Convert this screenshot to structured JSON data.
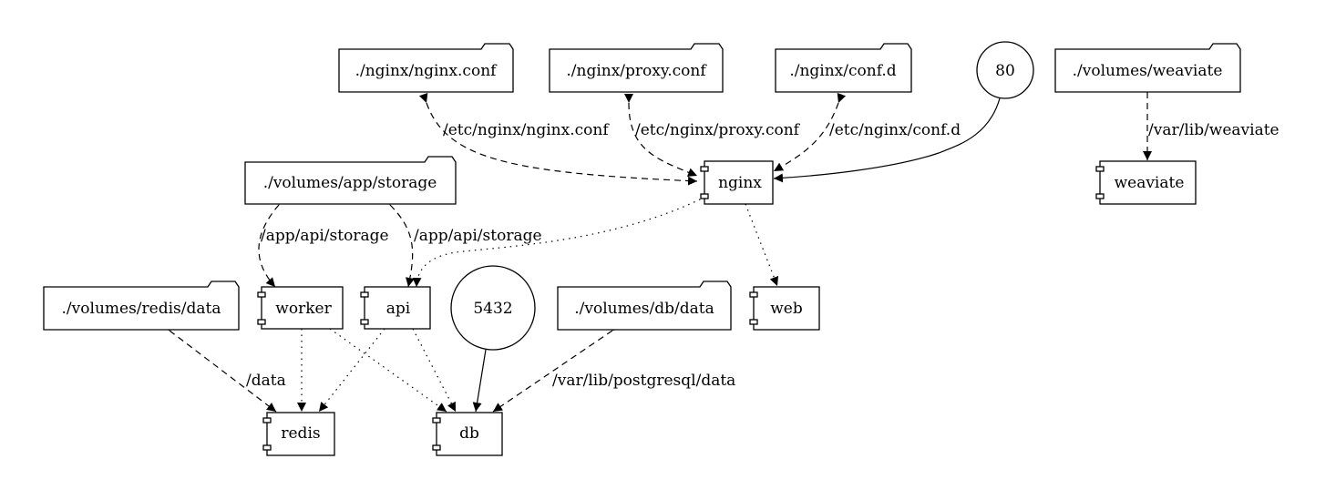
{
  "diagram": {
    "nodes": {
      "nginx_conf_folder": "./nginx/nginx.conf",
      "proxy_conf_folder": "./nginx/proxy.conf",
      "conf_d_folder": "./nginx/conf.d",
      "port_80": "80",
      "weaviate_volume_folder": "./volumes/weaviate",
      "app_storage_folder": "./volumes/app/storage",
      "nginx": "nginx",
      "weaviate": "weaviate",
      "redis_data_folder": "./volumes/redis/data",
      "worker": "worker",
      "api": "api",
      "port_5432": "5432",
      "db_data_folder": "./volumes/db/data",
      "web": "web",
      "redis": "redis",
      "db": "db"
    },
    "edges": {
      "nginx_conf_mount": "/etc/nginx/nginx.conf",
      "proxy_conf_mount": "/etc/nginx/proxy.conf",
      "conf_d_mount": "/etc/nginx/conf.d",
      "weaviate_mount": "/var/lib/weaviate",
      "worker_storage_mount": "/app/api/storage",
      "api_storage_mount": "/app/api/storage",
      "redis_data_mount": "/data",
      "db_data_mount": "/var/lib/postgresql/data"
    }
  }
}
